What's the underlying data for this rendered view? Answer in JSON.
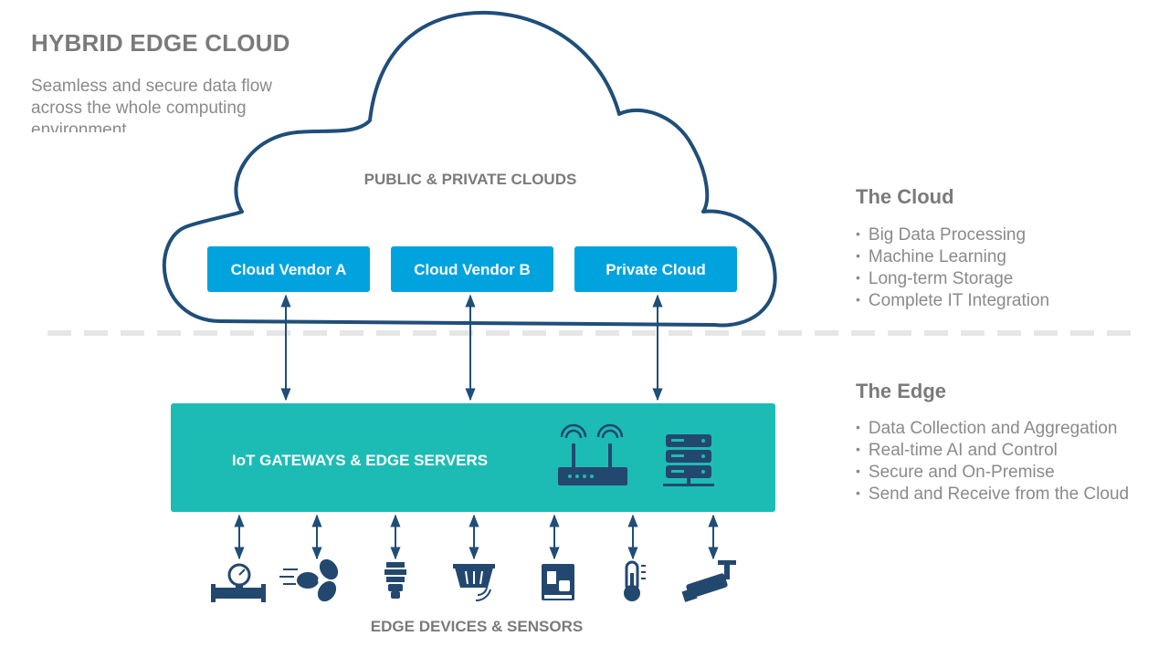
{
  "title": "HYBRID EDGE CLOUD",
  "subtitle": "Seamless and secure data flow across the whole computing environment",
  "colors": {
    "cloud_outline": "#1f4e79",
    "vendor_box": "#00a3dd",
    "gateway_band": "#1cbcb4",
    "arrow": "#1f4e79",
    "icon": "#23486f",
    "divider": "#e6e6e6",
    "heading_text": "#7a7a7a",
    "body_text": "#8a8a8a"
  },
  "cloud": {
    "label": "PUBLIC & PRIVATE CLOUDS",
    "vendors": [
      "Cloud Vendor A",
      "Cloud Vendor B",
      "Private Cloud"
    ]
  },
  "gateway": {
    "label": "IoT GATEWAYS & EDGE SERVERS",
    "icons": [
      "router-icon",
      "server-rack-icon"
    ]
  },
  "devices": {
    "label": "EDGE DEVICES & SENSORS",
    "icons": [
      "pipe-flow-meter-icon",
      "fan-icon",
      "light-bulb-icon",
      "smart-basket-icon",
      "coffee-machine-icon",
      "thermometer-icon",
      "security-camera-icon"
    ]
  },
  "the_cloud": {
    "heading": "The Cloud",
    "items": [
      "Big Data Processing",
      "Machine Learning",
      "Long-term Storage",
      "Complete IT Integration"
    ]
  },
  "the_edge": {
    "heading": "The Edge",
    "items": [
      "Data Collection and Aggregation",
      "Real-time AI and Control",
      "Secure and On-Premise",
      "Send and Receive from the Cloud"
    ]
  }
}
